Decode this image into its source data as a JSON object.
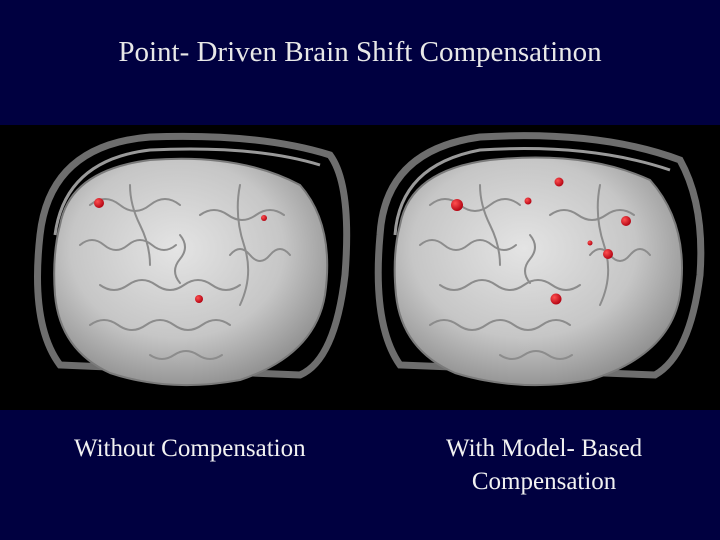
{
  "slide": {
    "title": "Point- Driven Brain Shift Compensatinon",
    "captions": {
      "left": "Without Compensation",
      "right_line1": "With Model- Based",
      "right_line2": "Compensation"
    }
  },
  "colors": {
    "background": "#000040",
    "panel": "#000000",
    "brain": "#c9c9c9",
    "marker": "#d00010",
    "text": "#f2f2f2"
  },
  "images": {
    "left": {
      "marker_count": 3
    },
    "right": {
      "marker_count": 7
    }
  }
}
